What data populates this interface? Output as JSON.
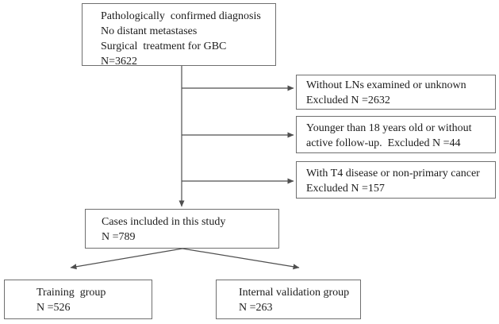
{
  "flowchart": {
    "top_box": {
      "lines": [
        "Pathologically  confirmed diagnosis",
        "No distant metastases",
        "Surgical  treatment for GBC",
        "N=3622"
      ]
    },
    "exclusion_boxes": [
      {
        "lines": [
          "Without LNs examined or unknown",
          "Excluded N =2632"
        ]
      },
      {
        "lines": [
          "Younger than 18 years old or without",
          "active follow-up.  Excluded N =44"
        ]
      },
      {
        "lines": [
          "With T4 disease or non-primary cancer",
          "Excluded N =157"
        ]
      }
    ],
    "included_box": {
      "lines": [
        "Cases included in this study",
        "N =789"
      ]
    },
    "training_box": {
      "lines": [
        "Training  group",
        "N =526"
      ]
    },
    "validation_box": {
      "lines": [
        "Internal validation group",
        "N =263"
      ]
    },
    "colors": {
      "box_border": "#6f6f6f",
      "connector_line": "#4f4f4f",
      "text": "#1c1c1c",
      "background": "#ffffff"
    }
  }
}
